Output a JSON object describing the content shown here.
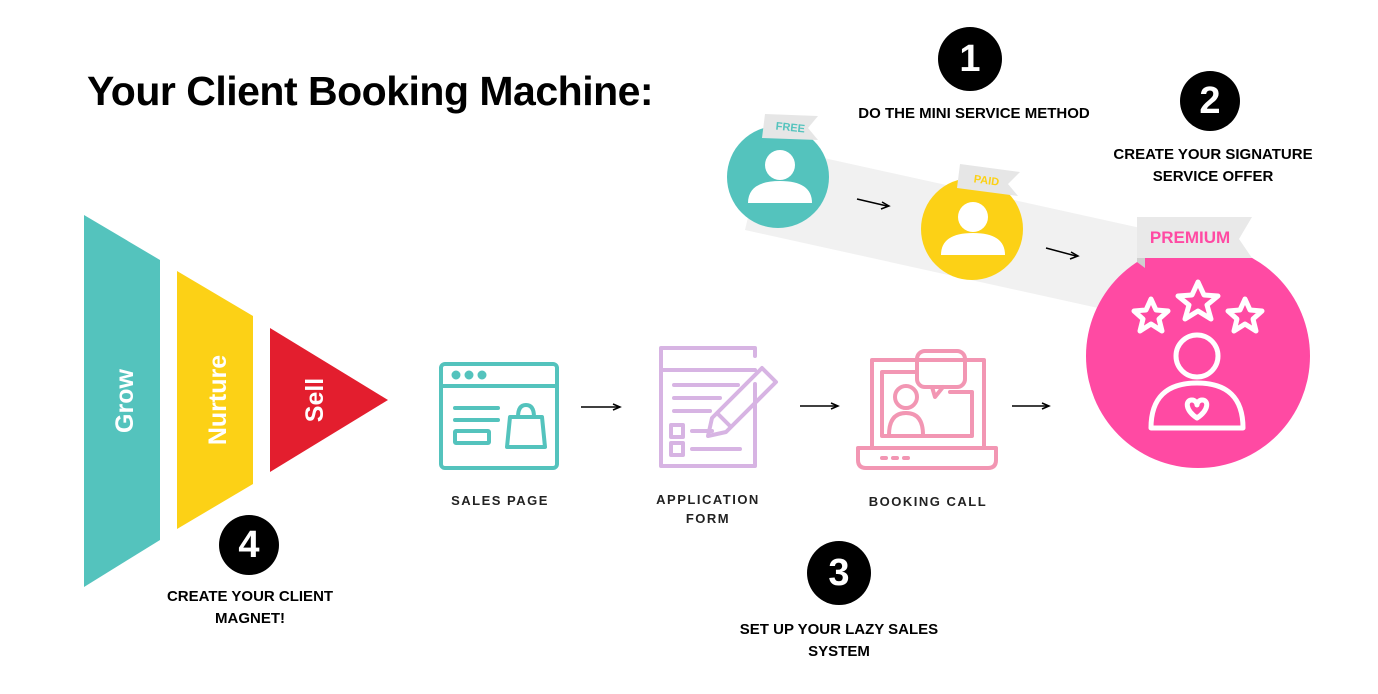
{
  "title": "Your Client Booking Machine:",
  "funnel": {
    "stages": [
      "Grow",
      "Nurture",
      "Sell"
    ]
  },
  "steps": {
    "s1": {
      "number": "1",
      "label": "DO THE MINI SERVICE METHOD"
    },
    "s2": {
      "number": "2",
      "label_line1": "CREATE YOUR SIGNATURE",
      "label_line2": "SERVICE OFFER"
    },
    "s3": {
      "number": "3",
      "label_line1": "SET UP YOUR LAZY SALES",
      "label_line2": "SYSTEM"
    },
    "s4": {
      "number": "4",
      "label_line1": "CREATE YOUR CLIENT",
      "label_line2": "MAGNET!"
    }
  },
  "tiers": {
    "free": "FREE",
    "paid": "PAID",
    "premium": "PREMIUM"
  },
  "process": {
    "sales_page": "SALES PAGE",
    "application_line1": "APPLICATION",
    "application_line2": "FORM",
    "booking_call": "BOOKING CALL"
  },
  "colors": {
    "teal": "#54c3bd",
    "yellow": "#fcd116",
    "red": "#e31e2e",
    "pink": "#ff4aa3",
    "lavender": "#d7b4e3",
    "rose": "#f296b3"
  }
}
